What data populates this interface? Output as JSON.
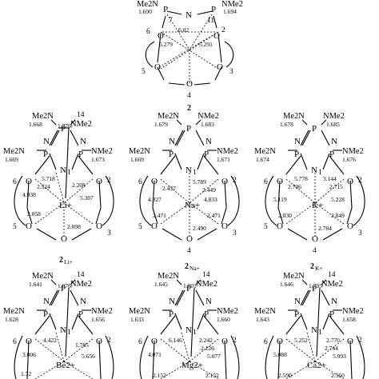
{
  "panels": [
    {
      "caption": "2",
      "caption_sub": "",
      "metal": "",
      "groups": {
        "upper_left": "Me2N",
        "upper_right": "NMe2",
        "left": "",
        "right": ""
      },
      "atom_numbers": {
        "a": "7",
        "b": "11",
        "c": "6",
        "d": "2",
        "e": "5",
        "f": "3",
        "g": "4"
      },
      "distances": {
        "pl": "1.690",
        "pr": "1.694",
        "center": "6.02",
        "ml": "5.279",
        "mr": "5.291"
      }
    },
    {
      "caption": "2",
      "caption_sub": "Li+",
      "metal": "Li+",
      "groups": {
        "upper_left": "Me2N",
        "upper_right": "NMe2",
        "left": "Me2N",
        "right": "NMe2"
      },
      "atom_numbers": {
        "top": "14",
        "ring": "1",
        "c": "6",
        "d": "2",
        "e": "5",
        "f": "3",
        "g": "4"
      },
      "distances": {
        "top_l": "1.668",
        "top_r": "1.776",
        "side_l": "1.669",
        "side_r": "1.673",
        "a": "5.718",
        "b": "2.208",
        "c": "2.524",
        "d": "4.938",
        "e": "5.307",
        "f": "2.058",
        "g": "2.098"
      }
    },
    {
      "caption": "2",
      "caption_sub": "Na+",
      "metal": "Na+",
      "groups": {
        "upper_left": "Me2N",
        "upper_right": "NMe2",
        "left": "Me2N",
        "right": "NMe2"
      },
      "atom_numbers": {
        "top": "",
        "ring": "1",
        "c": "6",
        "d": "2",
        "e": "5",
        "f": "3",
        "g": "4"
      },
      "distances": {
        "top_l": "1.679",
        "top_r": "1.683",
        "side_l": "1.669",
        "side_r": "1.671",
        "a": "5.789",
        "b": "2.449",
        "c": "2.437",
        "d": "4.827",
        "e": "4.833",
        "f": "2.471",
        "g": "2.471",
        "h": "2.490"
      }
    },
    {
      "caption": "2",
      "caption_sub": "K+",
      "metal": "K+",
      "groups": {
        "upper_left": "Me2N",
        "upper_right": "NMe2",
        "left": "Me2N",
        "right": "NMe2"
      },
      "atom_numbers": {
        "top": "",
        "ring": "1",
        "c": "6",
        "d": "2",
        "e": "5",
        "f": "3",
        "g": "4"
      },
      "distances": {
        "top_l": "1.678",
        "top_r": "1.685",
        "side_l": "1.674",
        "side_r": "1.676",
        "a": "5.778",
        "b": "3.144",
        "c": "2.706",
        "d": "2.715",
        "e": "5.119",
        "f": "5.228",
        "g": "2.830",
        "h": "2.849",
        "i": "2.784"
      }
    },
    {
      "caption": "",
      "caption_sub": "",
      "metal": "Be2+",
      "groups": {
        "upper_left": "Me2N",
        "upper_right": "NMe2",
        "left": "Me2N",
        "right": "NMe2"
      },
      "atom_numbers": {
        "top": "14",
        "ring": "1",
        "c": "6",
        "d": "2"
      },
      "distances": {
        "top_l": "1.641",
        "top_r": "1.876",
        "side_l": "1.628",
        "side_r": "1.656",
        "a": "4.422",
        "b": "1.785",
        "c": "3.006",
        "d": "5.656",
        "e": "1.72"
      }
    },
    {
      "caption": "",
      "caption_sub": "",
      "metal": "Mg2+",
      "groups": {
        "upper_left": "Me2N",
        "upper_right": "NMe2",
        "left": "Me2N",
        "right": "NMe2"
      },
      "atom_numbers": {
        "top": "14",
        "ring": "1",
        "c": "6",
        "d": "2"
      },
      "distances": {
        "top_l": "1.645",
        "top_r": "1.801",
        "side_l": "1.633",
        "side_r": "1.660",
        "a": "6.146",
        "b": "2.242",
        "c": "2.126",
        "d": "4.071",
        "e": "5.077",
        "f": "2.152",
        "g": "2.152"
      }
    },
    {
      "caption": "",
      "caption_sub": "",
      "metal": "Ca2+",
      "groups": {
        "upper_left": "Me2N",
        "upper_right": "NMe2",
        "left": "Me2N",
        "right": "NMe2"
      },
      "atom_numbers": {
        "top": "14",
        "ring": "1",
        "c": "6",
        "d": "2"
      },
      "distances": {
        "top_l": "1.646",
        "top_r": "1.793",
        "side_l": "1.643",
        "side_r": "1.658",
        "a": "5.252",
        "b": "2.770",
        "c": "2.744",
        "d": "5.088",
        "e": "5.093",
        "f": "2.590",
        "g": "2.560"
      }
    }
  ]
}
